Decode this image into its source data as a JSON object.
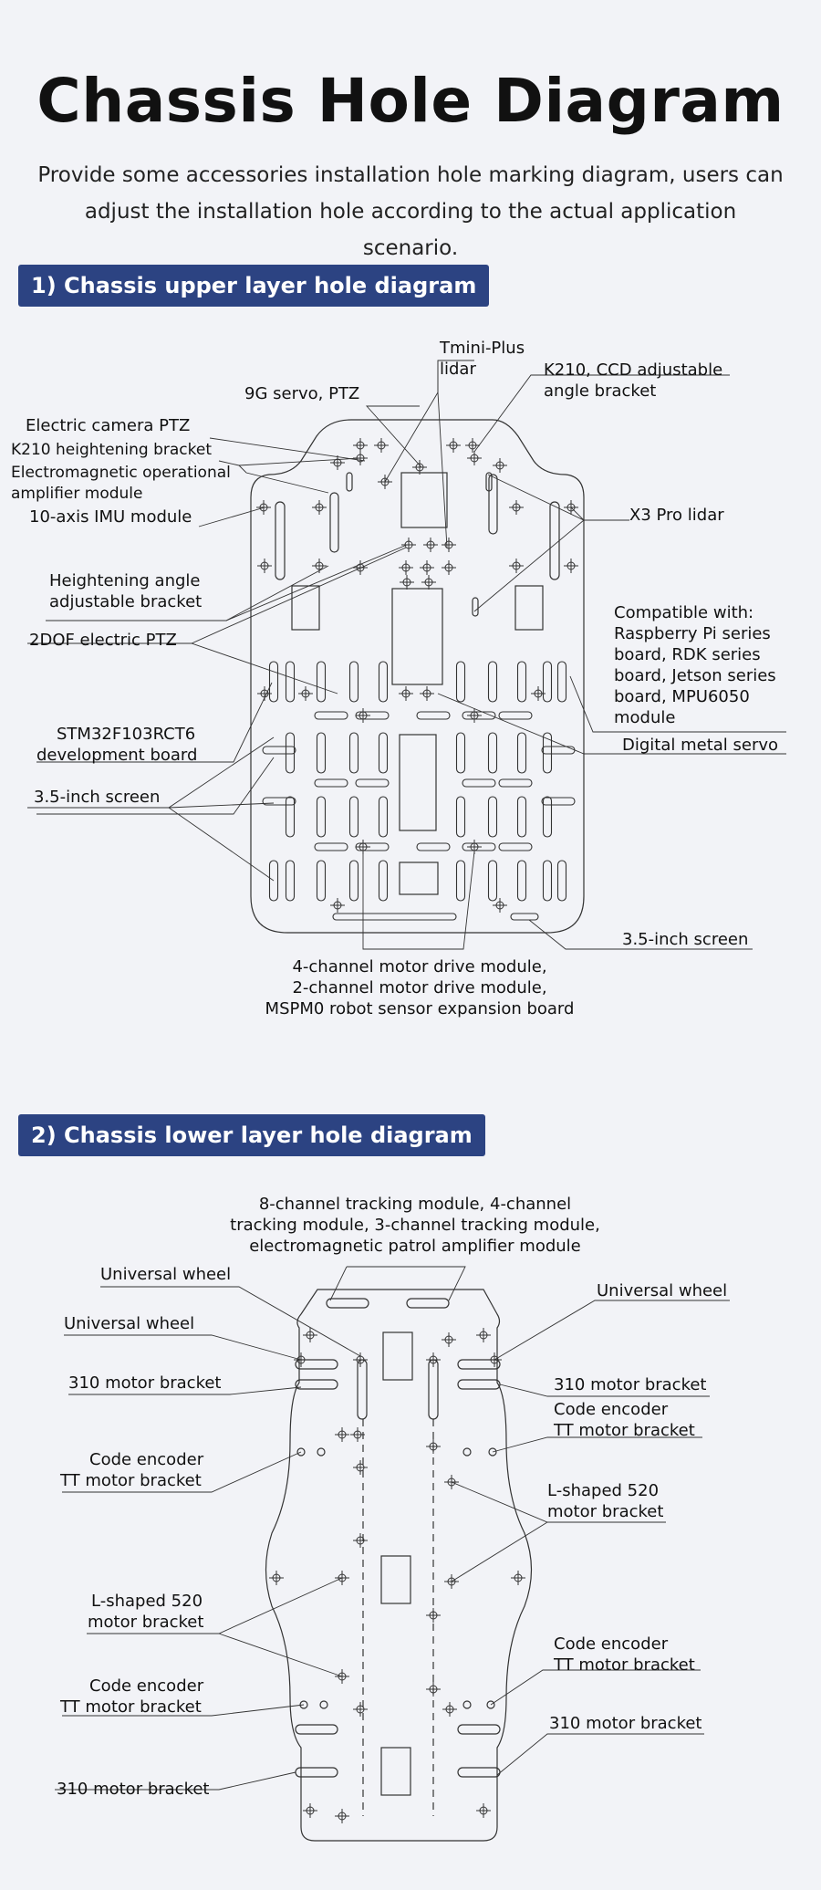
{
  "header": {
    "title": "Chassis Hole Diagram",
    "subtitle": "Provide some accessories installation hole marking diagram, users can adjust the installation hole according to the actual application scenario."
  },
  "upper": {
    "tab": "1) Chassis upper layer hole diagram",
    "labels": {
      "tmini_a": "Tmini-Plus",
      "tmini_b": "lidar",
      "k210ccd_a": "K210, CCD adjustable",
      "k210ccd_b": "angle bracket",
      "servo9g": "9G servo, PTZ",
      "camera_ptz": "Electric camera PTZ",
      "k210_height": "K210 heightening bracket",
      "emag_a": "Electromagnetic operational",
      "emag_b": "amplifier module",
      "imu": "10-axis IMU module",
      "x3pro": "X3 Pro lidar",
      "height_angle_a": "Heightening angle",
      "height_angle_b": "adjustable bracket",
      "ptz2dof": "2DOF electric PTZ",
      "compat_1": "Compatible with:",
      "compat_2": "Raspberry Pi series",
      "compat_3": "board, RDK series",
      "compat_4": "board, Jetson series",
      "compat_5": "board, MPU6050",
      "compat_6": "module",
      "digital_servo": "Digital metal servo",
      "stm_a": "STM32F103RCT6",
      "stm_b": "development board",
      "screen_left": "3.5-inch screen",
      "screen_right": "3.5-inch screen",
      "motor_1": "4-channel motor drive module,",
      "motor_2": "2-channel motor drive module,",
      "motor_3": "MSPM0 robot sensor expansion board"
    }
  },
  "lower": {
    "tab": "2) Chassis lower layer hole diagram",
    "labels": {
      "tracking_1": "8-channel tracking module, 4-channel",
      "tracking_2": "tracking module, 3-channel tracking module,",
      "tracking_3": "electromagnetic patrol amplifier module",
      "uw_left1": "Universal wheel",
      "uw_left2": "Universal wheel",
      "uw_right": "Universal wheel",
      "m310_left_top": "310 motor bracket",
      "m310_right_top": "310 motor bracket",
      "enc_rt_a": "Code encoder",
      "enc_rt_b": "TT motor bracket",
      "enc_lt_a": "Code encoder",
      "enc_lt_b": "TT motor bracket",
      "l520_right_a": "L-shaped 520",
      "l520_right_b": "motor bracket",
      "l520_left_a": "L-shaped 520",
      "l520_left_b": "motor bracket",
      "enc_rb_a": "Code encoder",
      "enc_rb_b": "TT motor bracket",
      "enc_lb_a": "Code encoder",
      "enc_lb_b": "TT motor bracket",
      "m310_right_bottom": "310 motor bracket",
      "m310_left_bottom": "310 motor bracket"
    }
  }
}
